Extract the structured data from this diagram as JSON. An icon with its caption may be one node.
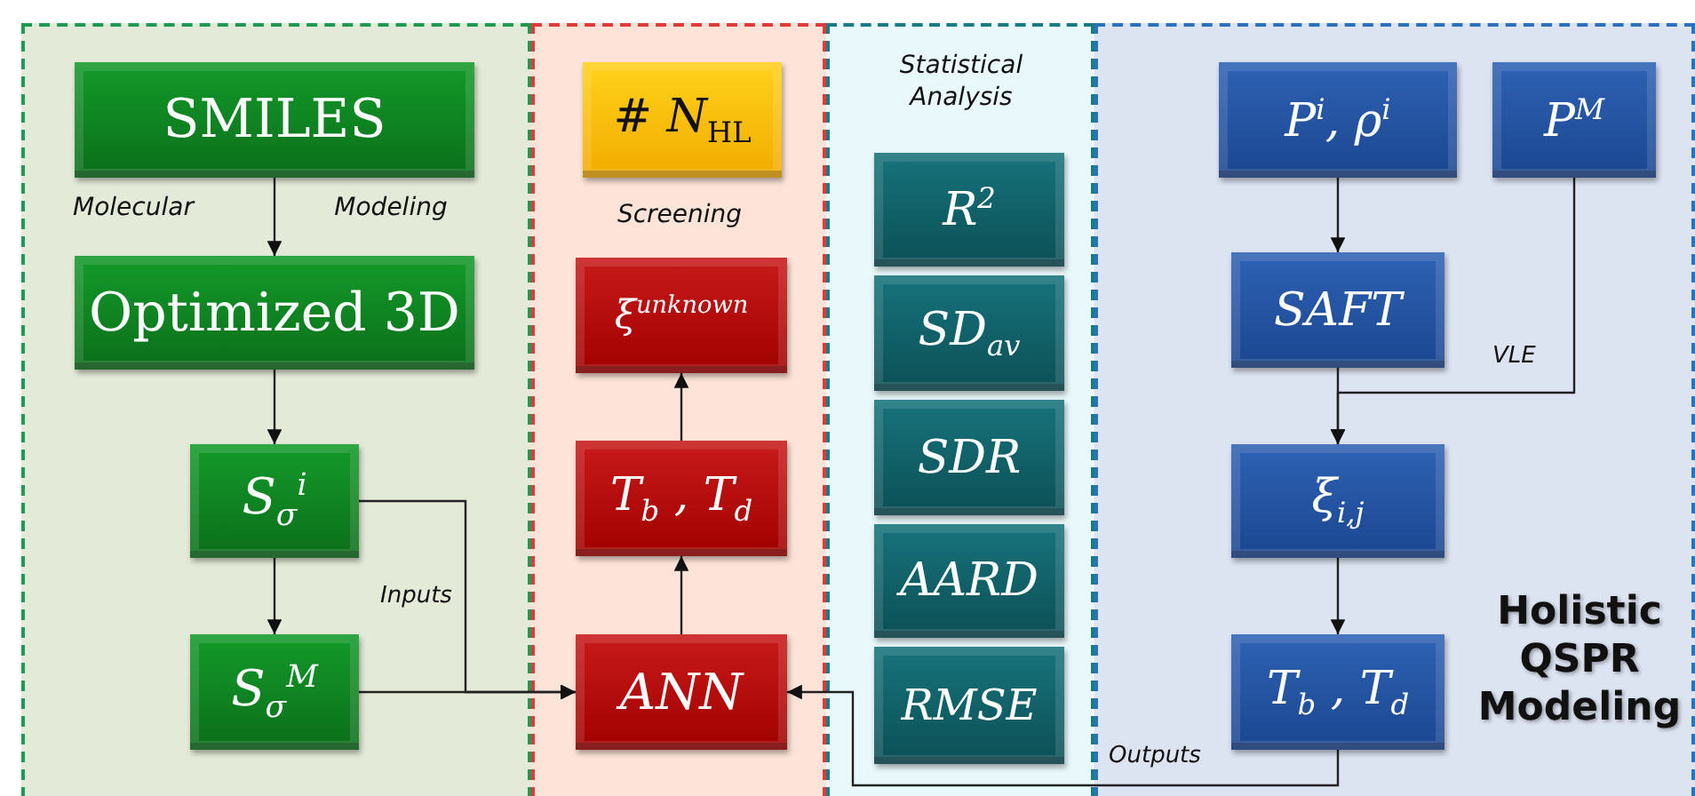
{
  "diagram": {
    "nodes": [
      {
        "text": [
          "Molecular",
          "Modeling"
        ]
      },
      {
        "text": [
          "SMILES"
        ],
        "in": 0
      },
      {
        "text": [
          "Optimized 3D"
        ],
        "in": 0
      },
      {
        "text": [
          "*S*$_{σ}$$^{i}$"
        ],
        "in": 0
      },
      {
        "text": [
          "*S*$_{σ}$$^{M}$"
        ],
        "in": 0
      },
      {
        "text": [
          "Screening"
        ]
      },
      {
        "text": [
          "# *N*$_{HL}$"
        ],
        "in": 5
      },
      {
        "text": [
          "ξ$^{unknown}$"
        ],
        "in": 5
      },
      {
        "text": [
          "*T*$_{b}$ , *T*$_{d}$"
        ],
        "in": 5
      },
      {
        "text": [
          "ANN"
        ],
        "in": 5
      },
      {
        "text": [
          "Statistical Analysis"
        ]
      },
      {
        "text": [
          "*R*$^{2}$"
        ],
        "in": 10
      },
      {
        "text": [
          "*SD*$_{av}$"
        ],
        "in": 10
      },
      {
        "text": [
          "SDR"
        ],
        "in": 10
      },
      {
        "text": [
          "AARD"
        ],
        "in": 10
      },
      {
        "text": [
          "RMSE"
        ],
        "in": 10
      },
      {
        "text": [
          "Holistic QSPR Modeling"
        ]
      },
      {
        "text": [
          "*P*$^{i}$, ρ$^{i}$"
        ],
        "in": 16
      },
      {
        "text": [
          "*P*$^{M}$"
        ],
        "in": 16
      },
      {
        "text": [
          "SAFT"
        ],
        "in": 16
      },
      {
        "text": [
          "ξ$_{i,j}$"
        ],
        "in": 16
      },
      {
        "text": [
          "*T*$_{b}$ , *T*$_{d}$"
        ],
        "in": 16
      }
    ],
    "edges": [
      {
        "from": 1,
        "to": 2,
        "arrow": "to"
      },
      {
        "from": 2,
        "to": 3,
        "arrow": "to"
      },
      {
        "from": 3,
        "to": 4,
        "arrow": "to"
      },
      {
        "from": 3,
        "to": 9,
        "arrow": "to",
        "label": "Inputs"
      },
      {
        "from": 4,
        "to": 9,
        "arrow": "to"
      },
      {
        "from": 9,
        "to": 8,
        "arrow": "to"
      },
      {
        "from": 8,
        "to": 7,
        "arrow": "to"
      },
      {
        "from": 17,
        "to": 19,
        "arrow": "to"
      },
      {
        "from": 19,
        "to": 20,
        "arrow": "to"
      },
      {
        "from": 18,
        "to": 20,
        "arrow": "to",
        "label": "VLE"
      },
      {
        "from": 20,
        "to": 21,
        "arrow": "to"
      },
      {
        "from": 21,
        "to": 9,
        "arrow": "to",
        "label": "Outputs"
      }
    ]
  }
}
